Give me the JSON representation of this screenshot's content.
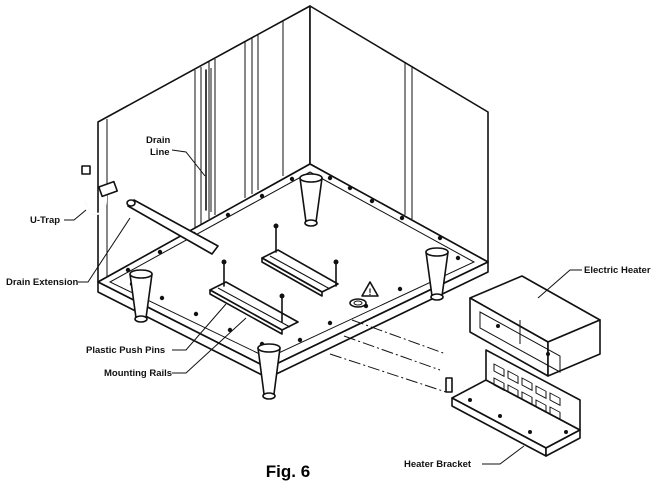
{
  "labels": {
    "drain_line": [
      "Drain",
      "Line"
    ],
    "u_trap": "U-Trap",
    "drain_extension": "Drain Extension",
    "plastic_push_pins": "Plastic Push Pins",
    "mounting_rails": "Mounting Rails",
    "electric_heater": "Electric Heater",
    "heater_bracket": "Heater Bracket"
  },
  "caption": "Fig. 6",
  "warning_symbol": "!"
}
